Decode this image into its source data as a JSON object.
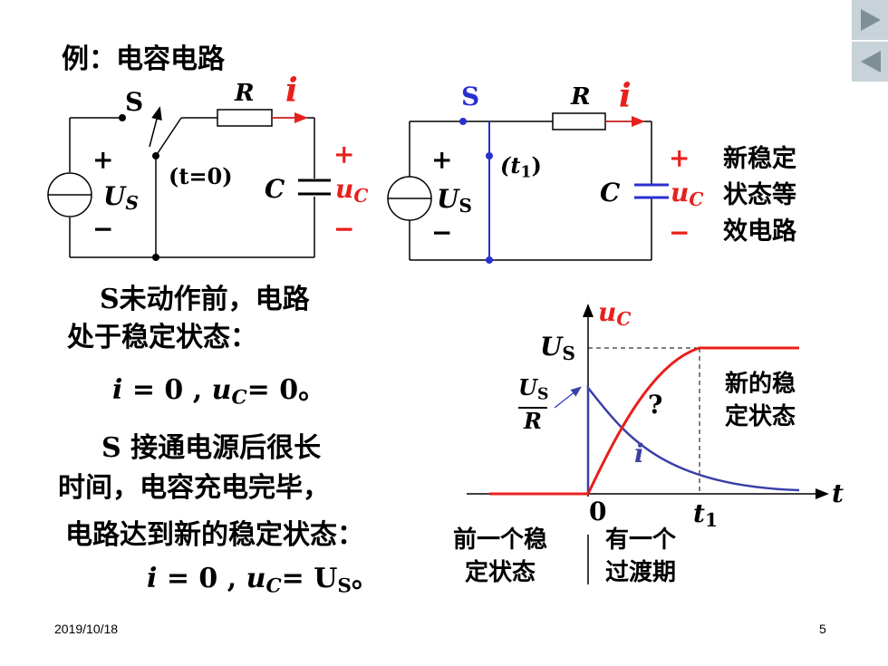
{
  "title": "例：电容电路",
  "circuit1": {
    "switch_label": "S",
    "resistor_label": "R",
    "current_label": "i",
    "source_plus": "+",
    "source_minus": "−",
    "source_label": "U",
    "source_sub": "S",
    "switch_time": "(t=0)",
    "cap_label": "C",
    "voltage_plus": "+",
    "voltage_minus": "−",
    "voltage_label": "u",
    "voltage_sub": "C"
  },
  "circuit2": {
    "switch_label": "S",
    "resistor_label": "R",
    "current_label": "i",
    "source_plus": "+",
    "source_minus": "−",
    "source_label": "U",
    "source_sub": "S",
    "time_label": "(t",
    "time_sub": "1",
    "time_close": ")",
    "cap_label": "C",
    "voltage_plus": "+",
    "voltage_minus": "−",
    "voltage_label": "u",
    "voltage_sub": "C",
    "note_lines": [
      "新稳定",
      "状态等",
      "效电路"
    ]
  },
  "text_blocks": {
    "before_line1": "S未动作前，电路",
    "before_line2": "处于稳定状态：",
    "eq1_i": "i",
    "eq1_mid": " = 0 , ",
    "eq1_u": "u",
    "eq1_sub": "C",
    "eq1_end": "= 0。",
    "after_line1": "S 接通电源后很长",
    "after_line2": "时间，电容充电完毕，",
    "after_line3": "电路达到新的稳定状态：",
    "eq2_i": "i",
    "eq2_mid": " = 0 , ",
    "eq2_u": "u",
    "eq2_sub": "C",
    "eq2_eq": "= U",
    "eq2_sub2": "S",
    "eq2_end": "。"
  },
  "graph": {
    "y_axis_label": "u",
    "y_axis_sub": "C",
    "x_axis_label": "t",
    "us_label": "U",
    "us_sub": "S",
    "frac_num": "U",
    "frac_num_sub": "S",
    "frac_den": "R",
    "question": "?",
    "current_label": "i",
    "zero_label": "0",
    "t1_label": "t",
    "t1_sub": "1",
    "new_state_lines": [
      "新的稳",
      "定状态"
    ],
    "prev_state_lines": [
      "前一个稳",
      "定状态"
    ],
    "transition_lines": [
      "有一个",
      "过渡期"
    ],
    "colors": {
      "voltage": "#e8201c",
      "current": "#3a3fa8"
    }
  },
  "footer": {
    "date": "2019/10/18",
    "page": "5"
  },
  "nav": {
    "next_icon": "play-right-icon",
    "prev_icon": "play-left-icon"
  }
}
